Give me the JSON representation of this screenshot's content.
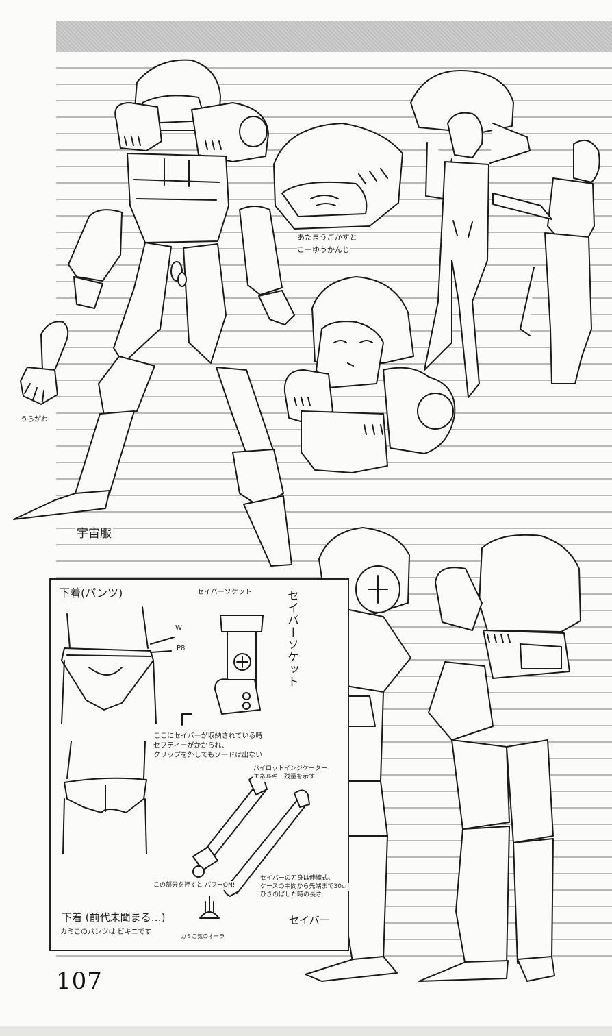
{
  "page": {
    "page_number": "107"
  },
  "labels": {
    "spacesuit": "宇宙服",
    "underwear_title": "下着(パンツ)",
    "saber_socket_small": "セイバーソケット",
    "saber_socket_vertical": "セイバーソケット",
    "saber": "セイバー",
    "underwear_footer": "下着 (前代未聞まる…)",
    "underwear_footer_sub": "カミこのパンツは ビキニです"
  },
  "notes": {
    "helmet": "あたまうごかすと",
    "helmet_2": "こーゆうかんじ",
    "glove": "うらがわ",
    "brief_w": "W",
    "brief_p": "P8",
    "socket_1": "ここにセイバーが収納されている時",
    "socket_2": "セフティーがかかられ、",
    "socket_3": "クリップを外してもソードは出ない",
    "pilot_1": "パイロットインジケーター",
    "pilot_2": "エネルギー残量を示す",
    "pilot_3": "",
    "hilt_power": "この部分を押すと パワーON!",
    "saber_spec_1": "セイバーの刀身は伸縮式、",
    "saber_spec_2": "ケースの中間から先端まで30cm",
    "saber_spec_3": "ひきのばした時の長さ",
    "saber_spec_4": "",
    "kamui_caption": "カミこ気のオーラ"
  }
}
